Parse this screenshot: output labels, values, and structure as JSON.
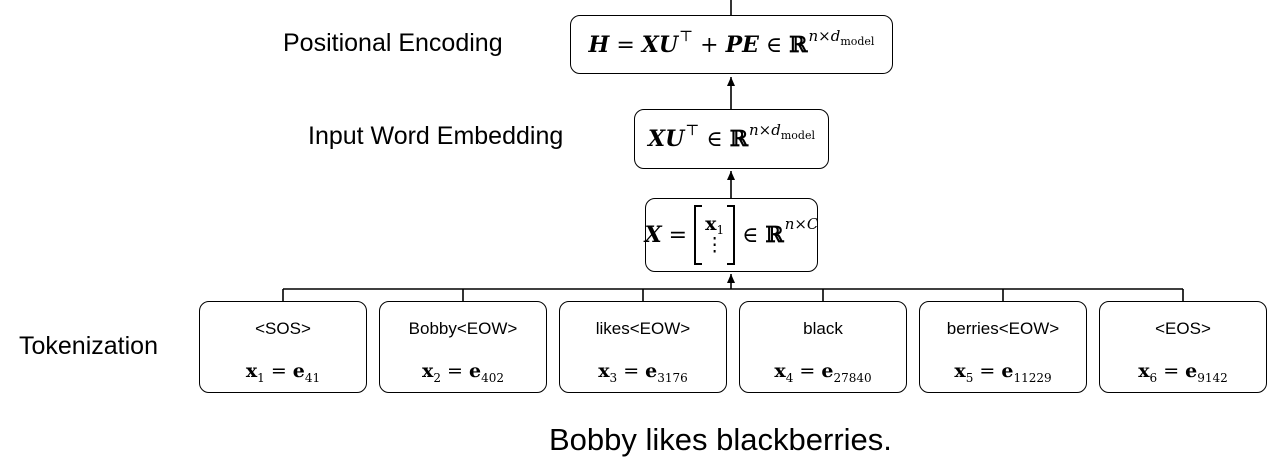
{
  "labels": {
    "positional_encoding": "Positional Encoding",
    "input_word_embedding": "Input Word Embedding",
    "tokenization": "Tokenization",
    "sentence": "Bobby likes blackberries."
  },
  "formulas": {
    "pe": {
      "lhs": "H",
      "eq": " = ",
      "x": "XU",
      "top": "⊤",
      "plus": " + ",
      "pe": "PE",
      "in": " ∈ ",
      "R": "ℝ",
      "n": "n",
      "times": "×",
      "d": "d",
      "model": "model"
    },
    "emb": {
      "x": "XU",
      "top": "⊤",
      "in": " ∈ ",
      "R": "ℝ",
      "n": "n",
      "times": "×",
      "d": "d",
      "model": "model"
    },
    "mat": {
      "lhs": "X",
      "eq": " = ",
      "entry": "x",
      "entry_sub": "1",
      "vdots": "⋮",
      "in": " ∈ ",
      "R": "ℝ",
      "sup": "n×C"
    }
  },
  "tokens": [
    {
      "label": "<SOS>",
      "var": "x",
      "var_sub": "1",
      "eq": " = ",
      "emb": "e",
      "emb_sub": "41"
    },
    {
      "label": "Bobby<EOW>",
      "var": "x",
      "var_sub": "2",
      "eq": " = ",
      "emb": "e",
      "emb_sub": "402"
    },
    {
      "label": "likes<EOW>",
      "var": "x",
      "var_sub": "3",
      "eq": " = ",
      "emb": "e",
      "emb_sub": "3176"
    },
    {
      "label": "black",
      "var": "x",
      "var_sub": "4",
      "eq": " = ",
      "emb": "e",
      "emb_sub": "27840"
    },
    {
      "label": "berries<EOW>",
      "var": "x",
      "var_sub": "5",
      "eq": " = ",
      "emb": "e",
      "emb_sub": "11229"
    },
    {
      "label": "<EOS>",
      "var": "x",
      "var_sub": "6",
      "eq": " = ",
      "emb": "e",
      "emb_sub": "9142"
    }
  ]
}
